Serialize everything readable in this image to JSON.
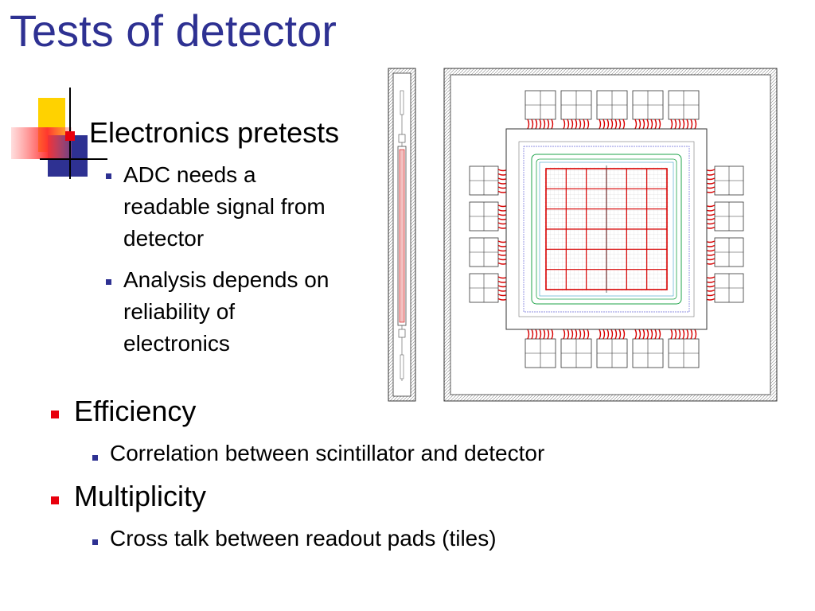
{
  "slide": {
    "title": "Tests of detector",
    "top_section": {
      "heading": "Electronics pretests",
      "items": [
        {
          "lines": [
            "ADC needs a",
            "readable signal from",
            "detector"
          ]
        },
        {
          "lines": [
            "Analysis depends on",
            "reliability of",
            "electronics"
          ]
        }
      ]
    },
    "sections": [
      {
        "heading": "Efficiency",
        "sub": "Correlation between scintillator and detector"
      },
      {
        "heading": "Multiplicity",
        "sub": "Cross talk between readout pads (tiles)"
      }
    ]
  },
  "colors": {
    "title": "#2e3192",
    "bullet_primary": "#e8000d",
    "bullet_secondary": "#2e3192",
    "diagram_pads": "#d80000",
    "diagram_traces": "#1fa34a",
    "diagram_lines": "#333333"
  },
  "figure": {
    "description_icon": "detector-layout-diagram"
  }
}
